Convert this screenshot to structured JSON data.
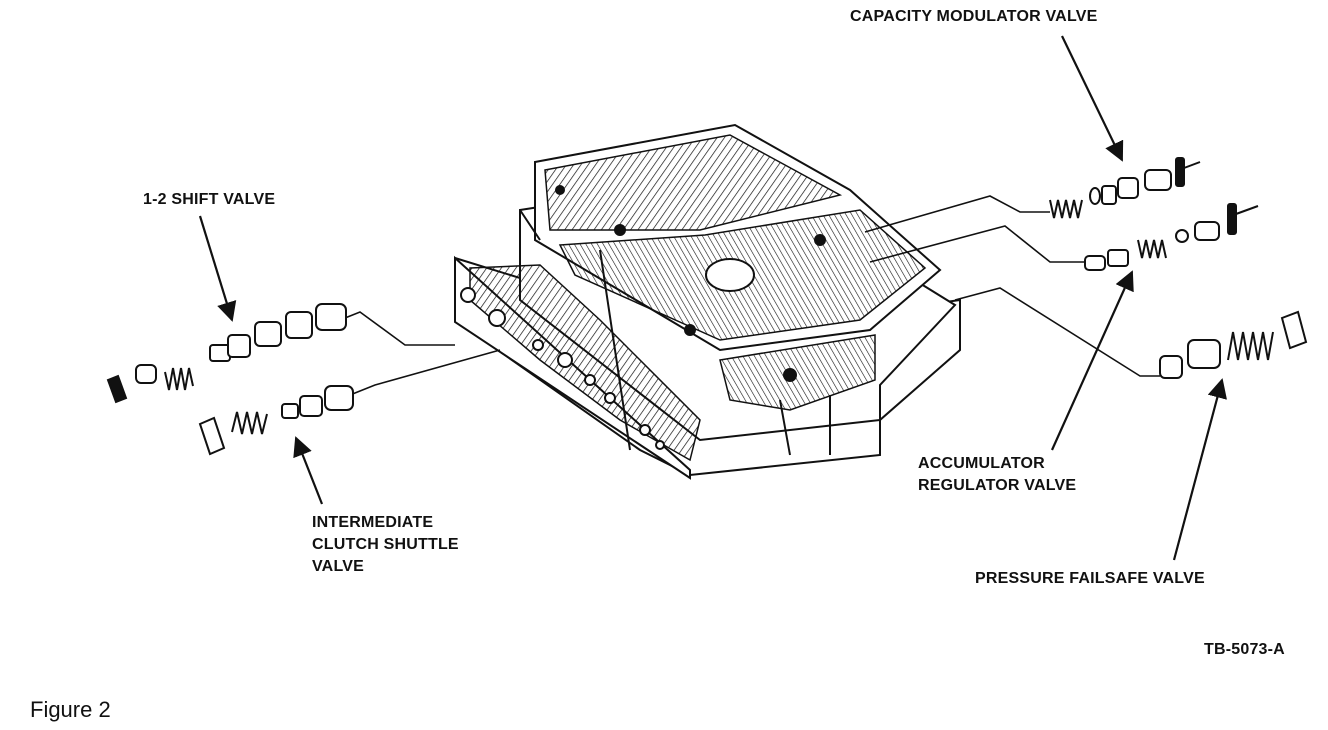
{
  "labels": {
    "capacity_modulator": "CAPACITY MODULATOR VALVE",
    "shift_12": "1-2 SHIFT VALVE",
    "intermediate_line1": "INTERMEDIATE",
    "intermediate_line2": "CLUTCH SHUTTLE",
    "intermediate_line3": "VALVE",
    "accumulator_line1": "ACCUMULATOR",
    "accumulator_line2": "REGULATOR VALVE",
    "pressure_failsafe": "PRESSURE FAILSAFE VALVE",
    "ref_code": "TB-5073-A"
  },
  "caption": "Figure 2"
}
